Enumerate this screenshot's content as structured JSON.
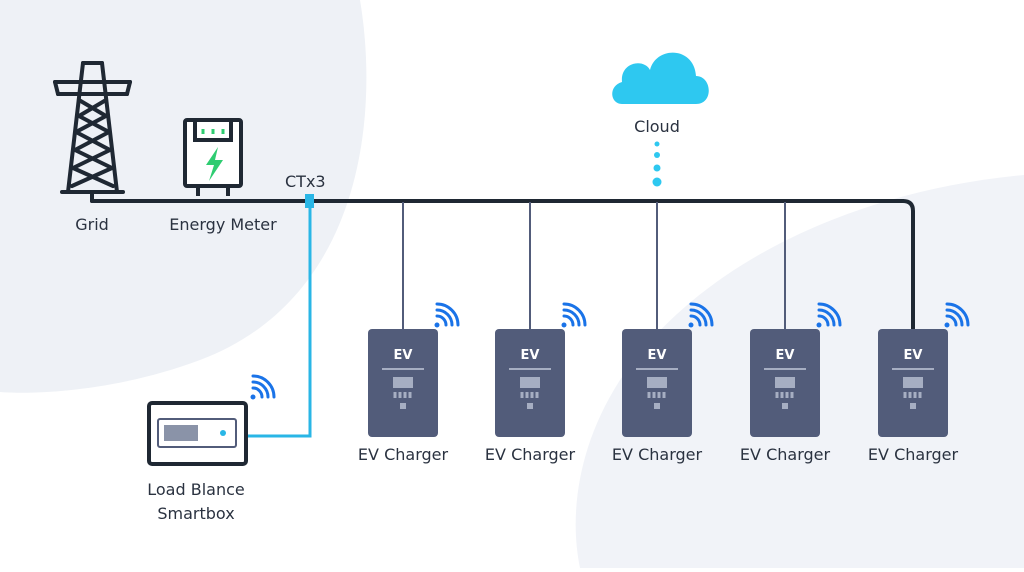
{
  "labels": {
    "grid": "Grid",
    "energy_meter": "Energy Meter",
    "ct": "CTx3",
    "cloud": "Cloud",
    "smartbox_line1": "Load Blance",
    "smartbox_line2": "Smartbox"
  },
  "chargers": [
    {
      "label": "EV Charger",
      "badge": "EV"
    },
    {
      "label": "EV Charger",
      "badge": "EV"
    },
    {
      "label": "EV Charger",
      "badge": "EV"
    },
    {
      "label": "EV Charger",
      "badge": "EV"
    },
    {
      "label": "EV Charger",
      "badge": "EV"
    }
  ],
  "colors": {
    "bus_line": "#1f2833",
    "signal_line": "#29b6e6",
    "charger_body": "#525c7a",
    "wifi": "#1a73e8",
    "cloud": "#2ec8f0",
    "bolt": "#2ecc71",
    "background_blob": "#eef1f6"
  },
  "icons": {
    "grid": "transmission-tower-icon",
    "energy_meter": "energy-meter-icon",
    "cloud": "cloud-icon",
    "wifi": "wifi-signal-icon",
    "smartbox": "smartbox-icon"
  }
}
